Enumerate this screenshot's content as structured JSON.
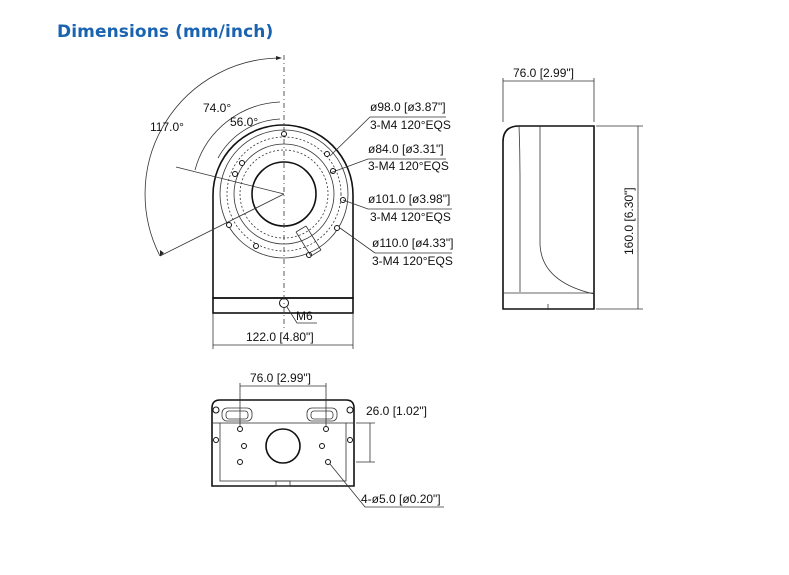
{
  "title": "Dimensions (mm/inch)",
  "front_view": {
    "angle_outer": "117.0°",
    "angle_mid": "74.0°",
    "angle_inner": "56.0°",
    "callouts": [
      {
        "dim": "ø98.0 [ø3.87\"]",
        "spec": "3-M4 120°EQS"
      },
      {
        "dim": "ø84.0 [ø3.31\"]",
        "spec": "3-M4 120°EQS"
      },
      {
        "dim": "ø101.0 [ø3.98\"]",
        "spec": "3-M4 120°EQS"
      },
      {
        "dim": "ø110.0 [ø4.33\"]",
        "spec": "3-M4 120°EQS"
      }
    ],
    "screw_label": "M6",
    "width_label": "122.0 [4.80\"]"
  },
  "side_view": {
    "depth_label": "76.0 [2.99\"]",
    "height_label": "160.0 [6.30\"]"
  },
  "bottom_view": {
    "spacing_label": "76.0 [2.99\"]",
    "offset_label": "26.0 [1.02\"]",
    "hole_label": "4-ø5.0 [ø0.20\"]"
  }
}
